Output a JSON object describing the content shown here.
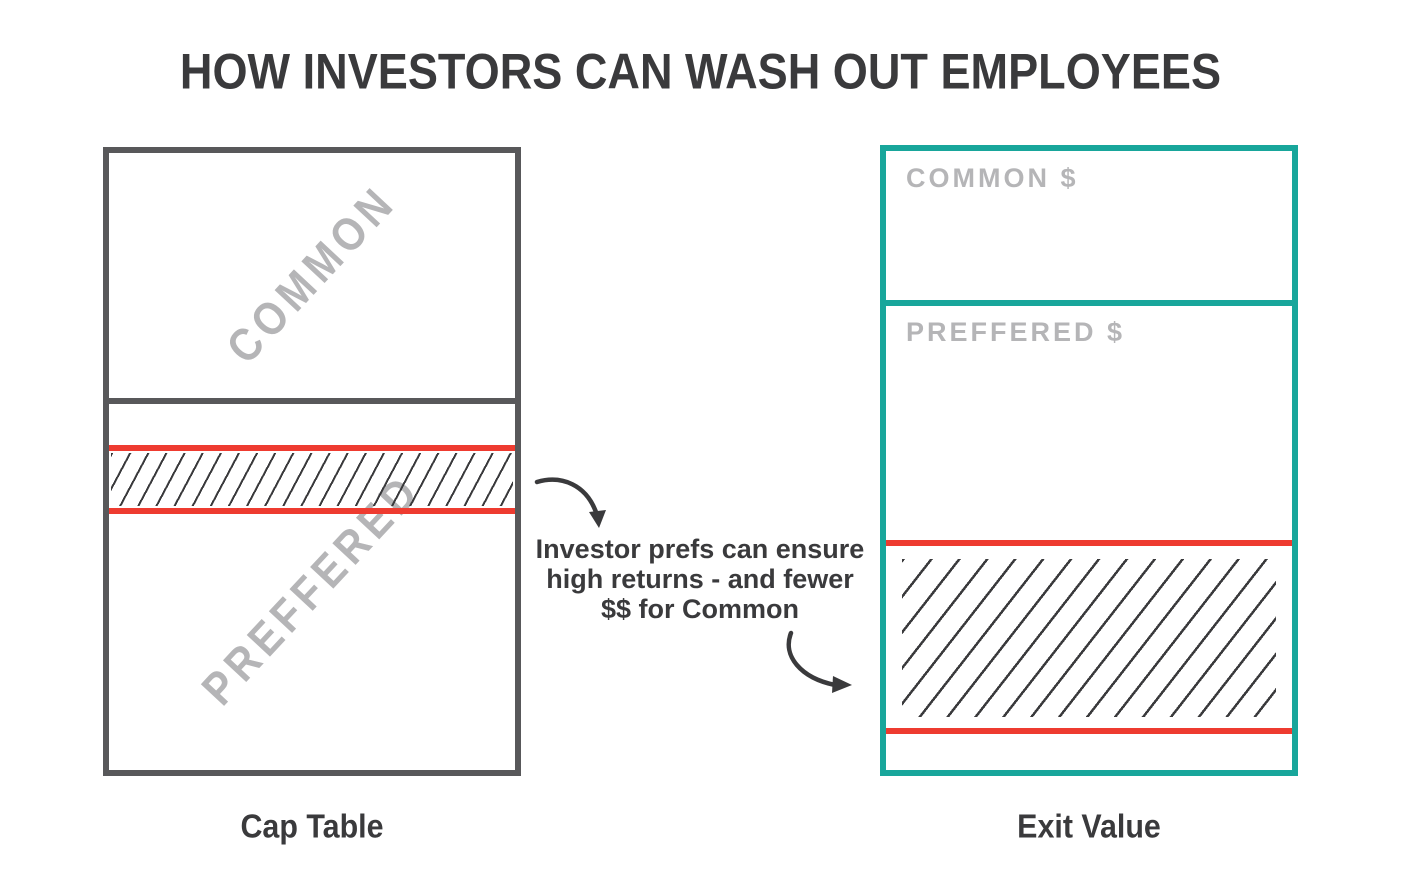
{
  "title": "HOW INVESTORS CAN WASH OUT EMPLOYEES",
  "cap_table": {
    "caption": "Cap Table",
    "common_label": "COMMON",
    "preferred_label": "PREFFERED"
  },
  "exit_value": {
    "caption": "Exit Value",
    "common_label": "COMMON $",
    "preferred_label": "PREFFERED $"
  },
  "annotation": {
    "line1": "Investor prefs can ensure",
    "line2": "high returns - and fewer",
    "line3": "$$ for Common"
  },
  "colors": {
    "red": "#ee3b30",
    "teal": "#18a69b",
    "dark": "#3a3a3c",
    "box_border": "#58585a",
    "label_gray": "#b5b5b7"
  }
}
